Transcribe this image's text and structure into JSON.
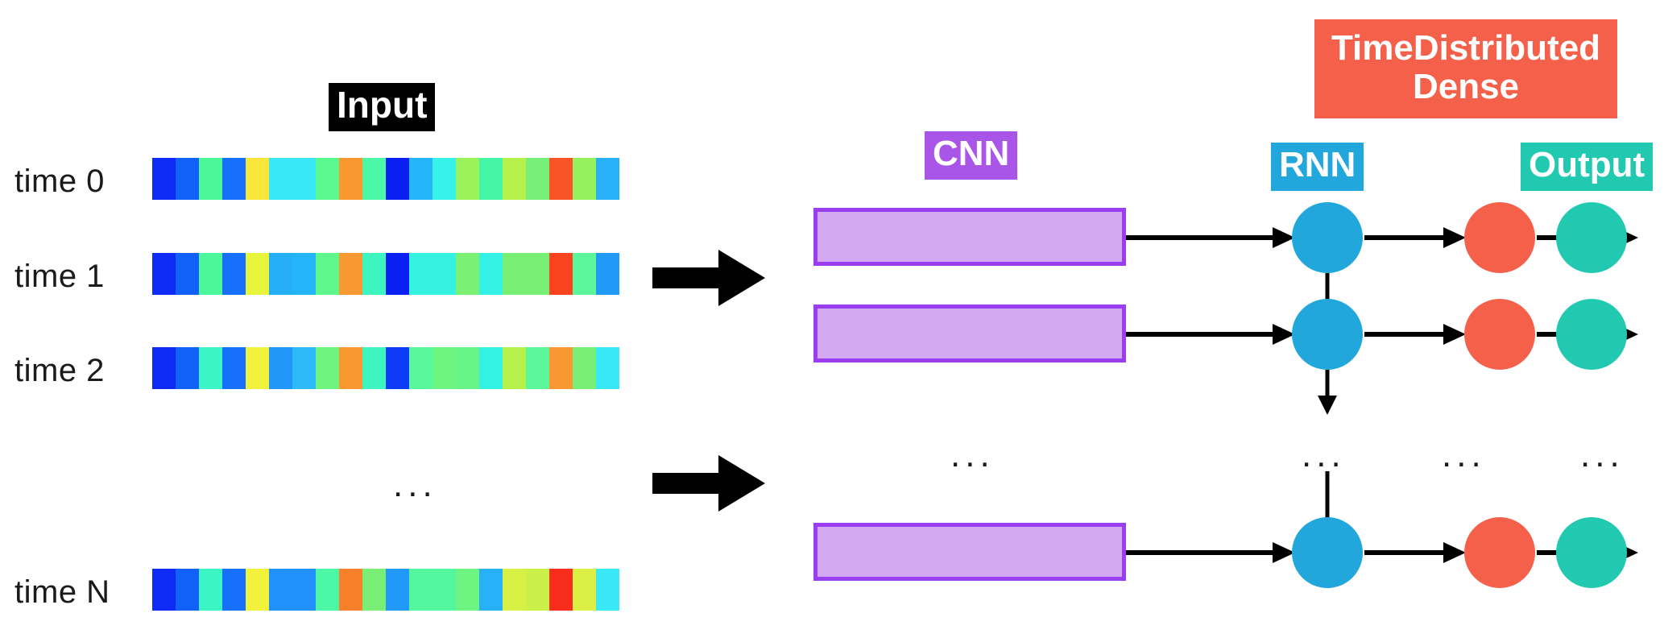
{
  "diagram": {
    "title_chips": {
      "input": "Input",
      "cnn": "CNN",
      "rnn": "RNN",
      "output": "Output",
      "timedistributed_dense": "TimeDistributed Dense"
    },
    "row_labels": [
      "time 0",
      "time 1",
      "time 2",
      "time N"
    ],
    "ellipsis": "...",
    "colors": {
      "input_chip_bg": "#000000",
      "cnn_chip_bg": "#a855e8",
      "rnn_chip_bg": "#22a7dd",
      "output_chip_bg": "#21c9b0",
      "tdd_chip_bg": "#f4604a",
      "cnn_box_fill": "#d3a9f3",
      "cnn_box_border": "#9b3df0",
      "rnn_node": "#22a7dd",
      "dense_node": "#f4604a",
      "output_node": "#21c9b0",
      "arrow": "#000000",
      "background": "#ffffff",
      "label_text": "#1a1a1a"
    },
    "heatmaps": [
      {
        "row": "time 0",
        "cells": [
          "#0d2bf5",
          "#1160f8",
          "#4cf79a",
          "#1670f9",
          "#f8e63c",
          "#38e8f7",
          "#38e8f7",
          "#5bf78f",
          "#f99731",
          "#4cf7a5",
          "#0a20f3",
          "#25b6f9",
          "#36f2e8",
          "#9bf35c",
          "#44f5a8",
          "#b6f04b",
          "#76f078",
          "#f95425",
          "#95f15c",
          "#28b0f9"
        ]
      },
      {
        "row": "time 1",
        "cells": [
          "#0d2bf5",
          "#1160f8",
          "#4cf79a",
          "#1670f9",
          "#e8f53a",
          "#26aef9",
          "#25b6f9",
          "#5ef78b",
          "#f99731",
          "#3cf5c0",
          "#0a20f3",
          "#35f2e0",
          "#35f2e0",
          "#7cf072",
          "#33f2e4",
          "#79f075",
          "#79f075",
          "#f9441f",
          "#5bf79a",
          "#2199f9"
        ]
      },
      {
        "row": "time 2",
        "cells": [
          "#0d2bf5",
          "#1160f8",
          "#3cf5c4",
          "#1670f9",
          "#f2f23c",
          "#2198f9",
          "#2eb9f9",
          "#6ff47f",
          "#f99731",
          "#3cf5c0",
          "#0d3af6",
          "#58f79b",
          "#6ef481",
          "#68f486",
          "#33f2e4",
          "#b6f04b",
          "#5bf79a",
          "#f99731",
          "#79f075",
          "#38e8f7"
        ]
      },
      {
        "row": "time N",
        "cells": [
          "#0d2bf5",
          "#1160f8",
          "#3cf5c4",
          "#1670f9",
          "#f2f23c",
          "#2091f9",
          "#2091f9",
          "#4cf7a5",
          "#f9802b",
          "#79f075",
          "#2199f9",
          "#54f79e",
          "#54f79e",
          "#6ef481",
          "#28b0f9",
          "#d8ef44",
          "#c9ef48",
          "#f92d1c",
          "#daee44",
          "#38e8f7"
        ]
      }
    ],
    "rows": [
      {
        "label": "time 0",
        "cnn": "cnn-box",
        "rnn": "rnn-node",
        "dense": "dense-node",
        "output": "output-node"
      },
      {
        "label": "time 1",
        "cnn": "cnn-box",
        "rnn": "rnn-node",
        "dense": "dense-node",
        "output": "output-node"
      },
      {
        "label": "time N",
        "cnn": "cnn-box",
        "rnn": "rnn-node",
        "dense": "dense-node",
        "output": "output-node"
      }
    ]
  }
}
